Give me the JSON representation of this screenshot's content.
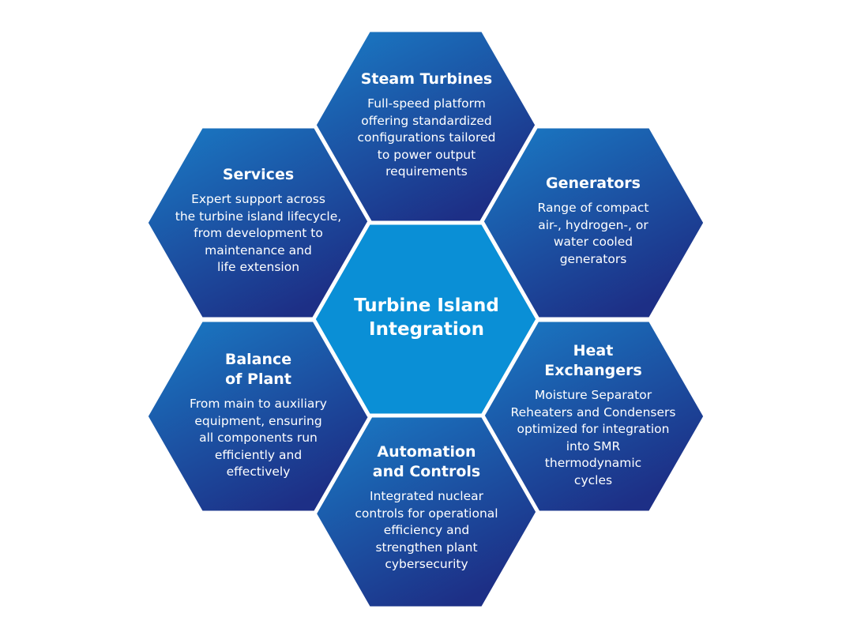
{
  "diagram": {
    "center": {
      "title": "Turbine Island\nIntegration"
    },
    "segments": [
      {
        "id": "steam-turbines",
        "title": "Steam Turbines",
        "body": "Full-speed platform\noffering standardized\nconfigurations tailored\nto power output\nrequirements"
      },
      {
        "id": "generators",
        "title": "Generators",
        "body": "Range of compact\nair-, hydrogen-, or\nwater cooled\ngenerators"
      },
      {
        "id": "heat-exchangers",
        "title": "Heat\nExchangers",
        "body": "Moisture Separator\nReheaters and Condensers\noptimized for integration\ninto SMR\nthermodynamic\ncycles"
      },
      {
        "id": "automation-controls",
        "title": "Automation\nand Controls",
        "body": "Integrated nuclear\ncontrols for operational\nefficiency and\nstrengthen plant\ncybersecurity"
      },
      {
        "id": "balance-of-plant",
        "title": "Balance\nof Plant",
        "body": "From main to auxiliary\nequipment, ensuring\nall components run\nefficiently and\neffectively"
      },
      {
        "id": "services",
        "title": "Services",
        "body": "Expert support across\nthe turbine island lifecycle,\nfrom development to\nmaintenance and\nlife extension"
      }
    ]
  },
  "colors": {
    "center_fill": "#0a8fd6",
    "outer_fill_light": "#1a7cc6",
    "outer_fill_dark": "#1d2f86",
    "border": "#ffffff",
    "text": "#ffffff"
  }
}
